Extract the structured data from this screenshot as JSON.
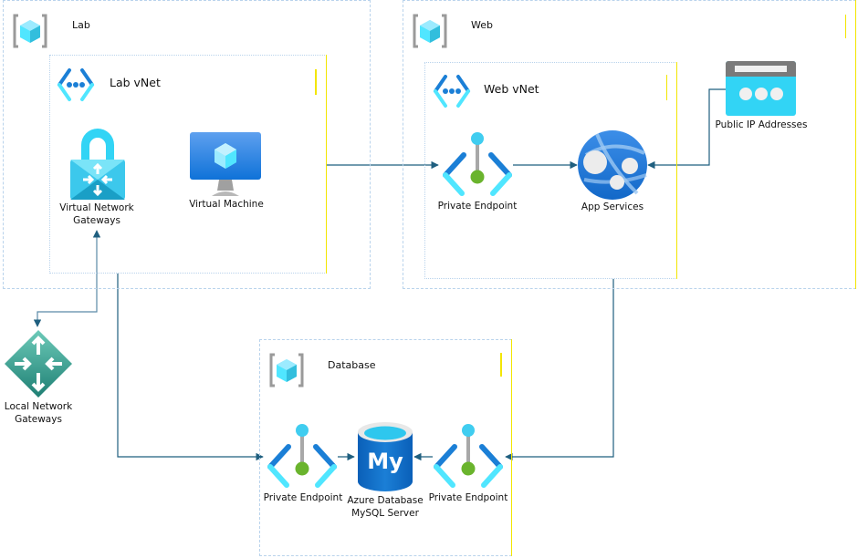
{
  "diagram": {
    "groups": {
      "lab": {
        "title": "Lab",
        "icon": "resource-group-icon"
      },
      "web": {
        "title": "Web",
        "icon": "resource-group-icon"
      },
      "database": {
        "title": "Database",
        "icon": "resource-group-icon"
      }
    },
    "vnets": {
      "lab_vnet": {
        "title": "Lab vNet",
        "icon": "virtual-network-icon"
      },
      "web_vnet": {
        "title": "Web vNet",
        "icon": "virtual-network-icon"
      }
    },
    "nodes": {
      "virtual_network_gateways": {
        "label_line1": "Virtual Network",
        "label_line2": "Gateways",
        "icon": "virtual-network-gateway-icon"
      },
      "virtual_machine": {
        "label": "Virtual Machine",
        "icon": "virtual-machine-icon"
      },
      "web_private_endpoint": {
        "label": "Private Endpoint",
        "icon": "private-endpoint-icon"
      },
      "app_services": {
        "label": "App Services",
        "icon": "app-services-icon"
      },
      "public_ip": {
        "label": "Public IP Addresses",
        "icon": "public-ip-icon"
      },
      "local_network_gateways": {
        "label_line1": "Local Network",
        "label_line2": "Gateways",
        "icon": "local-network-gateway-icon"
      },
      "db_private_endpoint_left": {
        "label": "Private Endpoint",
        "icon": "private-endpoint-icon"
      },
      "mysql": {
        "label_line1": "Azure Database",
        "label_line2": "MySQL Server",
        "icon": "mysql-database-icon",
        "glyph": "My"
      },
      "db_private_endpoint_right": {
        "label": "Private Endpoint",
        "icon": "private-endpoint-icon"
      }
    },
    "connections": [
      {
        "from": "Lab vNet",
        "to": "Web Private Endpoint"
      },
      {
        "from": "Web Private Endpoint",
        "to": "App Services"
      },
      {
        "from": "Public IP Addresses",
        "to": "App Services"
      },
      {
        "from": "Lab vNet",
        "to": "Local Network Gateways"
      },
      {
        "from": "Local Network Gateways",
        "to": "Virtual Network Gateways"
      },
      {
        "from": "Lab vNet",
        "to": "Database Private Endpoint (left)"
      },
      {
        "from": "Database Private Endpoint (left)",
        "to": "Azure Database MySQL Server"
      },
      {
        "from": "Database Private Endpoint (right)",
        "to": "Azure Database MySQL Server"
      },
      {
        "from": "Web vNet",
        "to": "Database Private Endpoint (right)"
      }
    ],
    "colors": {
      "wire": "#1f5f7f",
      "group_border": "#b9d3ec",
      "highlight": "#f3e600"
    }
  }
}
